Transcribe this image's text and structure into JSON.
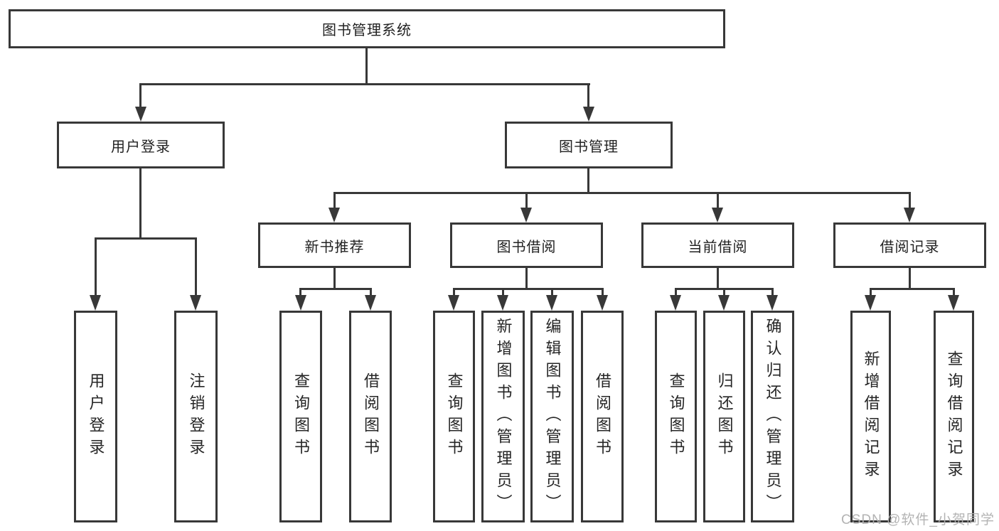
{
  "diagram": {
    "root": {
      "label": "图书管理系统"
    },
    "level2": [
      {
        "label": "用户登录"
      },
      {
        "label": "图书管理"
      }
    ],
    "level3": [
      {
        "label": "新书推荐"
      },
      {
        "label": "图书借阅"
      },
      {
        "label": "当前借阅"
      },
      {
        "label": "借阅记录"
      }
    ],
    "leaves": [
      {
        "label": "用户登录"
      },
      {
        "label": "注销登录"
      },
      {
        "label": "查询图书"
      },
      {
        "label": "借阅图书"
      },
      {
        "label": "查询图书"
      },
      {
        "label": "新增图书（管理员）"
      },
      {
        "label": "编辑图书（管理员）"
      },
      {
        "label": "借阅图书"
      },
      {
        "label": "查询图书"
      },
      {
        "label": "归还图书"
      },
      {
        "label": "确认归还（管理员）"
      },
      {
        "label": "新增借阅记录"
      },
      {
        "label": "查询借阅记录"
      }
    ],
    "watermark": "CSDN @软件_小贺同学",
    "colors": {
      "line": "#383838",
      "text": "#222222",
      "background": "#ffffff",
      "watermark": "#afafaf"
    }
  }
}
